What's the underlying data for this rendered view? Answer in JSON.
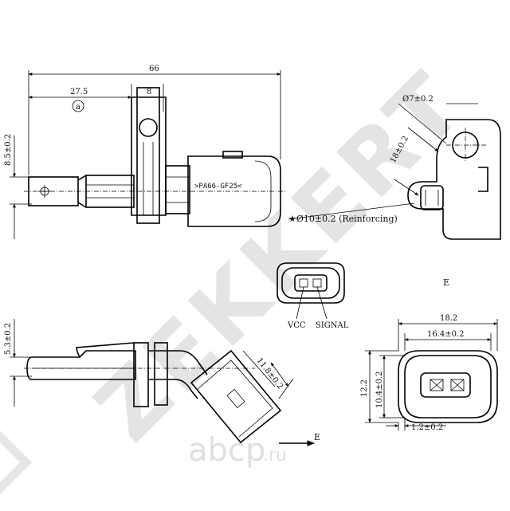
{
  "watermark": {
    "brand": "ZEKKERT",
    "site_main": "abcp",
    "site_suffix": ".ru"
  },
  "top_view": {
    "dim_overall_length": "66",
    "dim_27_5": "27.5",
    "dim_8": "8",
    "dim_height": "8.5±0.2",
    "circle_marker": "a",
    "connector_label": ">PA66-GF25<"
  },
  "mount_detail": {
    "dim_hole": "Ø7±0.2",
    "dim_spacing": "18±0.2",
    "reinforcing_note": "★Ø10±0.2 (Reinforcing)"
  },
  "pinout": {
    "pin1_label": "VCC",
    "pin2_label": "SIGNAL",
    "view_label": "E"
  },
  "side_view": {
    "dim_height": "5.3±0.2",
    "dim_width": "11.8±0.2",
    "view_arrow_label": "E"
  },
  "connector_face": {
    "dim_18_2": "18.2",
    "dim_16_4": "16.4±0.2",
    "dim_12_2": "12.2",
    "dim_10_4": "10.4±0.2",
    "dim_1_2": "1.2±0.2"
  }
}
